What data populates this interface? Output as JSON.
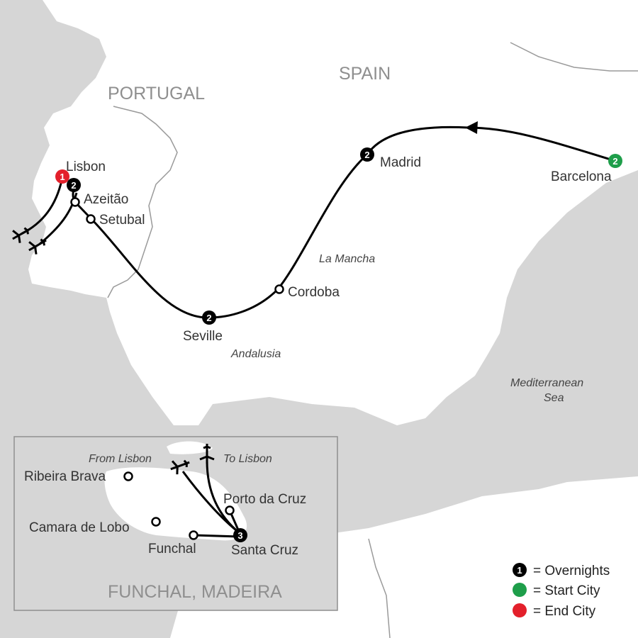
{
  "countries": {
    "spain": "SPAIN",
    "portugal": "PORTUGAL"
  },
  "cities": {
    "lisbon": "Lisbon",
    "azeitao": "Azeitão",
    "setubal": "Setubal",
    "madrid": "Madrid",
    "barcelona": "Barcelona",
    "cordoba": "Cordoba",
    "seville": "Seville"
  },
  "regions": {
    "la_mancha": "La Mancha",
    "andalusia": "Andalusia",
    "sea_line1": "Mediterranean",
    "sea_line2": "Sea"
  },
  "overnights": {
    "lisbon": "1",
    "azeitao": "2",
    "madrid": "2",
    "barcelona": "2",
    "seville": "2",
    "santa_cruz": "3"
  },
  "inset": {
    "title": "FUNCHAL, MADEIRA",
    "from_lisbon": "From Lisbon",
    "to_lisbon": "To Lisbon",
    "ribeira_brava": "Ribeira Brava",
    "camara_de_lobo": "Camara de Lobo",
    "funchal": "Funchal",
    "porto_da_cruz": "Porto da Cruz",
    "santa_cruz": "Santa Cruz"
  },
  "legend": {
    "overnights_label": "= Overnights",
    "overnights_symbol": "1",
    "start_label": "= Start City",
    "end_label": "= End City"
  },
  "colors": {
    "land": "#ffffff",
    "sea": "#d6d6d6",
    "route": "#000000",
    "start": "#1e9e4a",
    "end": "#e3202b",
    "label_gray": "#8f8f8f"
  }
}
